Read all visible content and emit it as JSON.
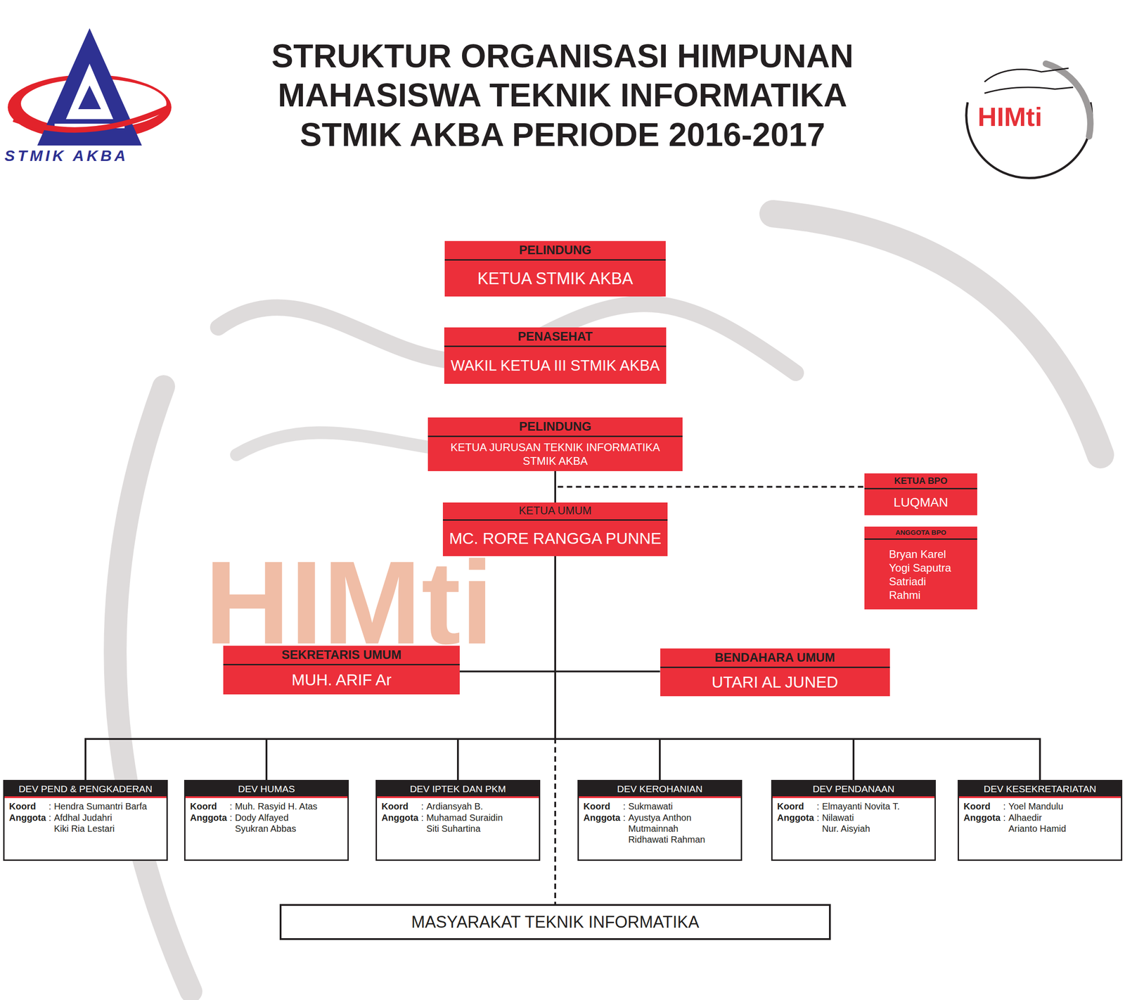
{
  "diagram": {
    "title": "STRUKTUR ORGANISASI HIMPUNAN MAHASISWA TEKNIK INFORMATIKA STMIK AKBA PERIODE 2016-2017",
    "nodes": [
      {
        "text": [
          "PELINDUNG",
          "KETUA STMIK AKBA"
        ]
      },
      {
        "text": [
          "PENASEHAT",
          "WAKIL KETUA III STMIK AKBA"
        ]
      },
      {
        "text": [
          "PELINDUNG",
          "KETUA JURUSAN TEKNIK INFORMATIKA STMIK AKBA"
        ]
      },
      {
        "text": [
          "KETUA UMUM",
          "MC. RORE RANGGA PUNNE"
        ]
      },
      {
        "text": [
          "KETUA BPO",
          "LUQMAN"
        ]
      },
      {
        "text": [
          "ANGGOTA BPO",
          "Bryan Karel",
          "Yogi Saputra",
          "Satriadi",
          "Rahmi"
        ]
      },
      {
        "text": [
          "SEKRETARIS UMUM",
          "MUH. ARIF Ar"
        ]
      },
      {
        "text": [
          "BENDAHARA UMUM",
          "UTARI AL JUNED"
        ]
      },
      {
        "text": [
          "DEV PEND & PENGKADERAN",
          "Koord",
          ":",
          "Hendra Sumantri Barfa",
          "Anggota",
          ":",
          "Afdhal Judahri",
          "Kiki Ria Lestari"
        ]
      },
      {
        "text": [
          "DEV HUMAS",
          "Koord",
          ":",
          "Muh. Rasyid H. Atas",
          "Anggota",
          ":",
          "Dody Alfayed",
          "Syukran Abbas"
        ]
      },
      {
        "text": [
          "DEV IPTEK DAN PKM",
          "Koord",
          ":",
          "Ardiansyah B.",
          "Anggota",
          ":",
          "Muhamad Suraidin",
          "Siti Suhartina"
        ]
      },
      {
        "text": [
          "DEV KEROHANIAN",
          "Koord",
          ":",
          "Sukmawati",
          "Anggota",
          ":",
          "Ayustya Anthon",
          "Mutmainnah",
          "Ridhawati Rahman"
        ]
      },
      {
        "text": [
          "DEV PENDANAAN",
          "Koord",
          ":",
          "Elmayanti Novita T.",
          "Anggota",
          ":",
          "Nilawati",
          "Nur. Aisyiah"
        ]
      },
      {
        "text": [
          "DEV KESEKRETARIATAN",
          "Koord",
          ":",
          "Yoel Mandulu",
          "Anggota",
          ":",
          "Alhaedir",
          "Arianto Hamid"
        ]
      },
      {
        "text": [
          "MASYARAKAT TEKNIK INFORMATIKA"
        ]
      }
    ],
    "edges": [
      {
        "from": 2,
        "to": 3,
        "arrow": "none"
      },
      {
        "from": 3,
        "to": 4,
        "arrow": "none"
      },
      {
        "from": 3,
        "to": 6,
        "arrow": "none"
      },
      {
        "from": 3,
        "to": 7,
        "arrow": "none"
      },
      {
        "from": 3,
        "to": 8,
        "arrow": "none"
      },
      {
        "from": 3,
        "to": 9,
        "arrow": "none"
      },
      {
        "from": 3,
        "to": 10,
        "arrow": "none"
      },
      {
        "from": 3,
        "to": 11,
        "arrow": "none"
      },
      {
        "from": 3,
        "to": 12,
        "arrow": "none"
      },
      {
        "from": 3,
        "to": 13,
        "arrow": "none"
      },
      {
        "from": 3,
        "to": 14,
        "arrow": "none"
      }
    ],
    "labels": [
      "STMIK AKBA",
      "HIMti",
      "HIMti"
    ]
  }
}
